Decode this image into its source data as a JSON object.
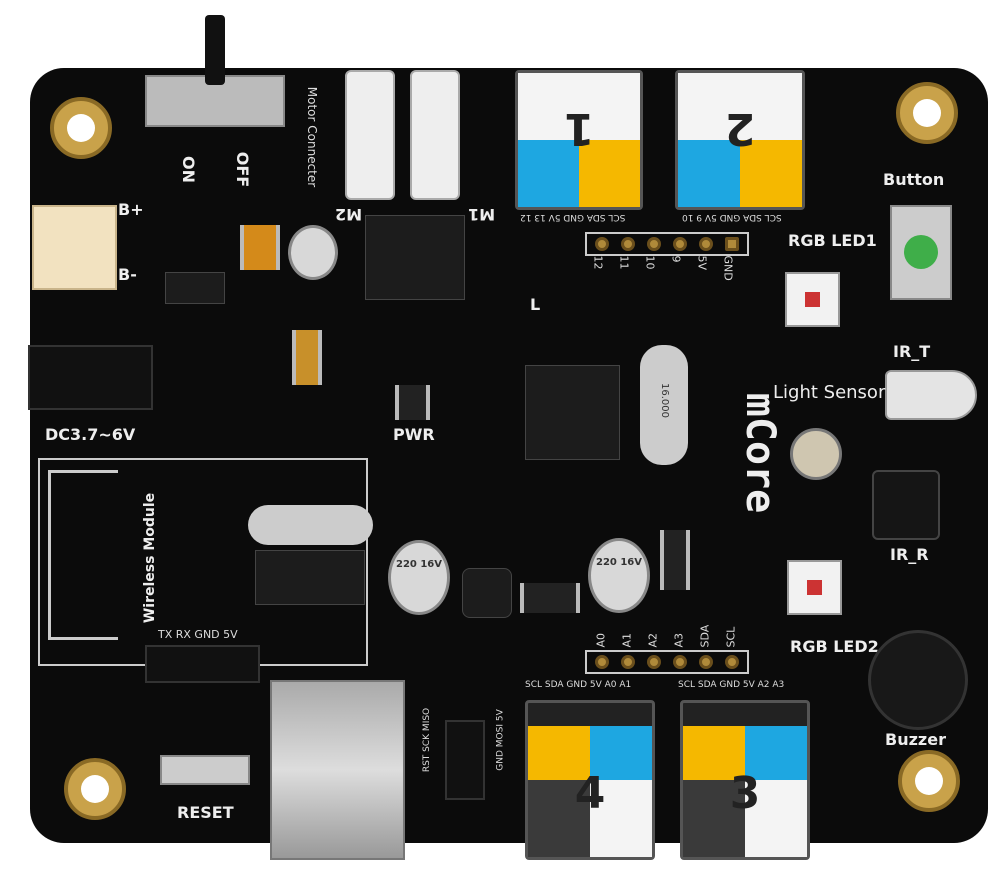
{
  "board": {
    "brand": "mCore",
    "switch": {
      "on": "ON",
      "off": "OFF"
    },
    "motor": {
      "title": "Motor Connecter",
      "m1": "M1",
      "m2": "M2"
    },
    "battery": {
      "plus": "B+",
      "minus": "B-"
    },
    "dc_label": "DC3.7~6V",
    "wireless": {
      "title": "Wireless Module",
      "pins": "TX RX GND 5V"
    },
    "reset": "RESET",
    "pwr": "PWR",
    "l_led": "L",
    "light_sensor": "Light Sensor",
    "rgb1": "RGB LED1",
    "rgb2": "RGB LED2",
    "button": "Button",
    "ir_t": "IR_T",
    "ir_r": "IR_R",
    "buzzer": "Buzzer",
    "digital_header": [
      "12",
      "11",
      "10",
      "9",
      "5V",
      "GND"
    ],
    "analog_header": [
      "A0",
      "A1",
      "A2",
      "A3",
      "SDA",
      "SCL"
    ],
    "ports": [
      {
        "number": "1",
        "pins": "SCL SDA GND 5V 13 12"
      },
      {
        "number": "2",
        "pins": "SCL SDA GND 5V 9 10"
      },
      {
        "number": "3",
        "pins": "SCL SDA GND 5V A2 A3"
      },
      {
        "number": "4",
        "pins": "SCL SDA GND 5V A0 A1"
      }
    ],
    "isp": {
      "top": "RST SCK MISO",
      "bottom": "GND MOSI 5V"
    },
    "cap_label": "220 16V",
    "crystal": "16.000"
  },
  "colors": {
    "blue": "#1ea7e1",
    "yellow": "#f5b800",
    "gray": "#3a3a3a",
    "white": "#f4f4f4",
    "gold": "#c9a24a"
  }
}
